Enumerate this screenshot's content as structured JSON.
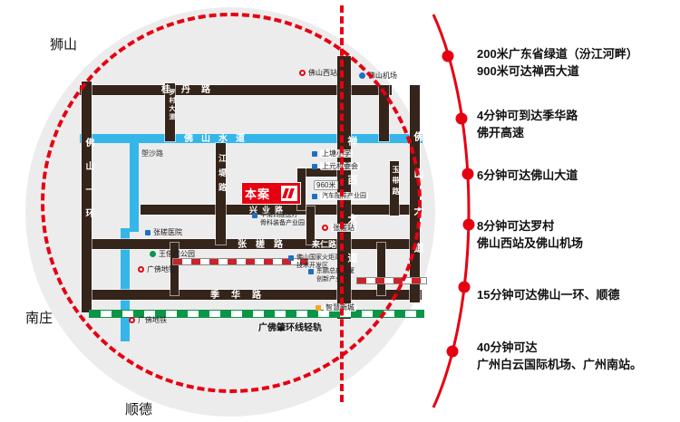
{
  "regions": {
    "top_left": "狮山",
    "bottom_left": "南庄",
    "bottom": "顺德"
  },
  "site": {
    "label": "本案"
  },
  "roads": {
    "guidan": "桂丹路",
    "xingye": "兴业路",
    "zhangcha": "张槎路",
    "jihua": "季华路",
    "lairen": "来仁路",
    "luocun": "罗村大道",
    "jiangdi": "江堤路",
    "yihuan": "佛山一环",
    "chanxi": "禅西大道",
    "foshan_avenue": "佛山大道",
    "yudai": "玉带路",
    "langsha": "塱沙路"
  },
  "water": {
    "foshan_waterway": "佛山水道"
  },
  "rail": {
    "guangfozhao": "广佛肇环线轻轨"
  },
  "pois": [
    {
      "label": "佛山西站"
    },
    {
      "label": "佛山机场"
    },
    {
      "label": "上塘小学"
    },
    {
      "label": "上元村委会"
    },
    {
      "label": "960米"
    },
    {
      "label": "汽车配件产业园"
    },
    {
      "line1": "华南口腔医疗",
      "line2": "骨科装备产业园"
    },
    {
      "label": "张槎站"
    },
    {
      "label": "张槎医院"
    },
    {
      "label": "王借岗公园"
    },
    {
      "line1": "佛山国家火炬高新",
      "line2": "技术开发区"
    },
    {
      "line1": "东鹏总部大厦",
      "line2": "创新产业园"
    },
    {
      "label": "广佛地铁"
    },
    {
      "label": "广佛地铁"
    },
    {
      "label": "智慧新城"
    }
  ],
  "benefits": [
    {
      "line1": "200米广东省绿道（汾江河畔）",
      "line2": "900米可达禅西大道"
    },
    {
      "line1": "4分钟可到达季华路",
      "line2": "佛开高速"
    },
    {
      "line1": "6分钟可达佛山大道",
      "line2": ""
    },
    {
      "line1": "8分钟可达罗村",
      "line2": "佛山西站及佛山机场"
    },
    {
      "line1": "15分钟可达佛山一环、顺德",
      "line2": ""
    },
    {
      "line1": "40分钟可达",
      "line2": "广州白云国际机场、广州南站。"
    }
  ],
  "colors": {
    "accent_red": "#e60012",
    "water_blue": "#35b6e9",
    "rail_green": "#0c9447",
    "road_dark": "#35241a",
    "circle_gray": "#ececec"
  }
}
